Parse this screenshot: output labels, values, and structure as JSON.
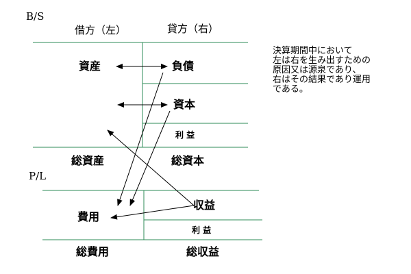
{
  "bs": {
    "title": "B/S",
    "debit_header": "借方（左）",
    "credit_header": "貸方（右）",
    "assets": "資産",
    "liabilities": "負債",
    "capital": "資本",
    "profit": "利 益",
    "total_assets": "総資産",
    "total_capital": "総資本"
  },
  "pl": {
    "title": "P/L",
    "expenses": "費用",
    "revenue": "収益",
    "profit": "利 益",
    "total_expenses": "総費用",
    "total_revenue": "総収益"
  },
  "note": "決算期間中において\n左は右を生み出すための\n原因又は源泉であり、\n右はその結果であり運用\nである。",
  "colors": {
    "line": "#2e8b57",
    "arrow": "#000000"
  }
}
